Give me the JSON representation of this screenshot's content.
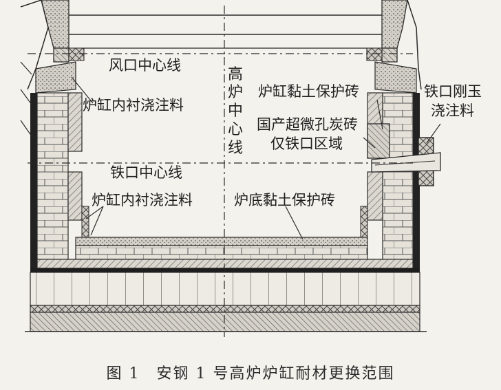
{
  "labels": {
    "tuyere_centerline": "风口中心线",
    "hearth_lining_castable_upper": "炉缸内衬浇注料",
    "furnace_centerline_chars": [
      "高",
      "炉",
      "中",
      "心",
      "线"
    ],
    "hearth_clay_brick": "炉缸黏土保护砖",
    "domestic_carbon_line1": "国产超微孔炭砖",
    "domestic_carbon_line2": "仅铁口区域",
    "taphole_castable_line1": "铁口刚玉",
    "taphole_castable_line2": "浇注料",
    "taphole_centerline": "铁口中心线",
    "hearth_lining_castable_lower": "炉缸内衬浇注料",
    "bottom_clay_brick": "炉底黏土保护砖"
  },
  "caption": "图 1　安钢 1 号高炉炉缸耐材更换范围",
  "colors": {
    "background": "#f4f2ec",
    "line": "#2a2a2a",
    "hatch": "#6a6a6a",
    "castable": "#c8c4bc",
    "steel_shell": "#222222"
  }
}
